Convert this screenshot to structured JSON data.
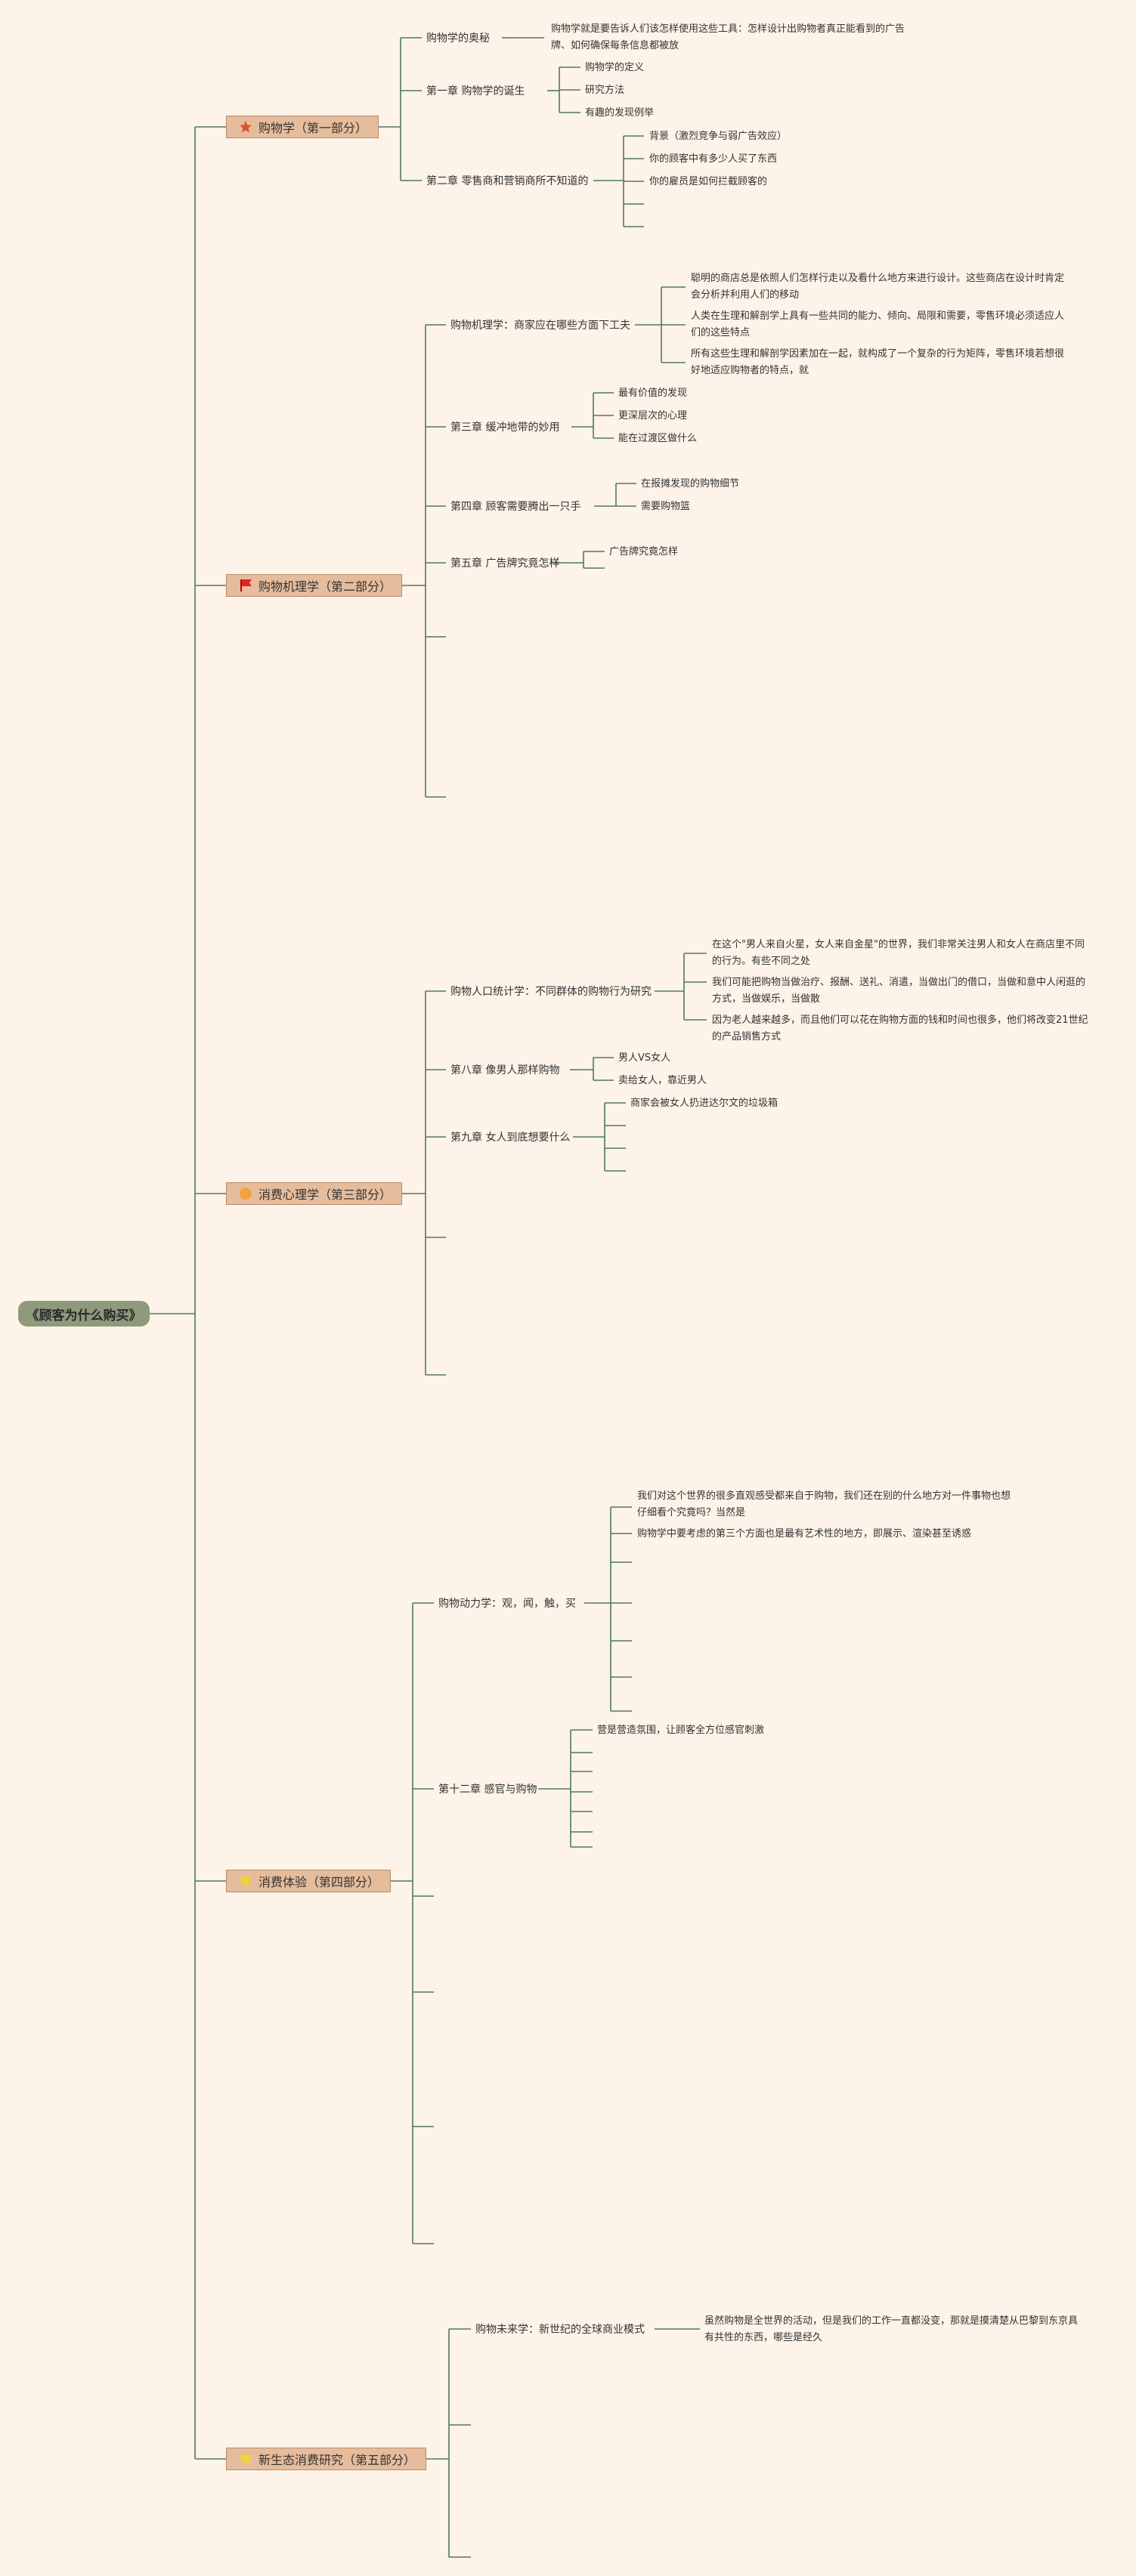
{
  "root": "《顾客为什么购买》",
  "parts": [
    {
      "label": "购物学（第一部分）",
      "icon": "star-icon",
      "children": [
        {
          "label": "购物学的奥秘",
          "leaves": [
            "购物学就是要告诉人们该怎样使用这些工具：怎样设计出购物者真正能看到的广告牌、如何确保每条信息都被放"
          ]
        },
        {
          "label": "第一章 购物学的诞生",
          "leaves": [
            "购物学的定义",
            "研究方法",
            "有趣的发现例举"
          ]
        },
        {
          "label": "第二章 零售商和营销商所不知道的",
          "leaves": [
            "背景（激烈竞争与弱广告效应）",
            "你的顾客中有多少人买了东西",
            "你的雇员是如何拦截顾客的",
            "",
            ""
          ]
        }
      ]
    },
    {
      "label": "购物机理学（第二部分）",
      "icon": "flag-icon",
      "children": [
        {
          "label": "购物机理学：商家应在哪些方面下工夫",
          "leaves": [
            "聪明的商店总是依照人们怎样行走以及看什么地方来进行设计。这些商店在设计时肯定会分析并利用人们的移动",
            "人类在生理和解剖学上具有一些共同的能力、倾向、局限和需要，零售环境必须适应人们的这些特点",
            "所有这些生理和解剖学因素加在一起，就构成了一个复杂的行为矩阵，零售环境若想很好地适应购物者的特点，就"
          ]
        },
        {
          "label": "第三章 缓冲地带的妙用",
          "leaves": [
            "最有价值的发现",
            "更深层次的心理",
            "能在过渡区做什么"
          ]
        },
        {
          "label": "第四章 顾客需要腾出一只手",
          "leaves": [
            "在报摊发现的购物细节",
            "需要购物篮"
          ]
        },
        {
          "label": "第五章 广告牌究竟怎样",
          "leaves": [
            "广告牌究竟怎样"
          ]
        },
        {
          "label": "",
          "leaves": []
        },
        {
          "label": "",
          "leaves": []
        }
      ]
    },
    {
      "label": "消费心理学（第三部分）",
      "icon": "orange-circle-icon",
      "children": [
        {
          "label": "购物人口统计学：不同群体的购物行为研究",
          "leaves": [
            "在这个\"男人来自火星，女人来自金星\"的世界，我们非常关注男人和女人在商店里不同的行为。有些不同之处",
            "我们可能把购物当做治疗、报酬、送礼、消遣，当做出门的借口，当做和意中人闲逛的方式，当做娱乐，当做散",
            "因为老人越来越多，而且他们可以花在购物方面的钱和时间也很多，他们将改变21世纪的产品销售方式"
          ]
        },
        {
          "label": "第八章 像男人那样购物",
          "leaves": [
            "男人VS女人",
            "卖给女人，靠近男人"
          ]
        },
        {
          "label": "第九章 女人到底想要什么",
          "leaves": [
            "商家会被女人扔进达尔文的垃圾箱",
            "",
            ""
          ]
        },
        {
          "label": "",
          "leaves": []
        },
        {
          "label": "",
          "leaves": []
        }
      ]
    },
    {
      "label": "消费体验（第四部分）",
      "icon": "yellow-heart-icon",
      "children": [
        {
          "label": "购物动力学：观，闻，触，买",
          "leaves": [
            "我们对这个世界的很多直观感受都来自于购物，我们还在别的什么地方对一件事物也想仔细看个究竟吗？当然是",
            "购物学中要考虑的第三个方面也是最有艺术性的地方，即展示、渲染甚至诱惑",
            "",
            "",
            "",
            "",
            ""
          ]
        },
        {
          "label": "第十二章 感官与购物",
          "leaves": [
            "营是营造氛围，让顾客全方位感官刺激",
            "",
            "",
            "",
            "",
            ""
          ]
        },
        {
          "label": "",
          "leaves": []
        },
        {
          "label": "",
          "leaves": []
        },
        {
          "label": "",
          "leaves": []
        },
        {
          "label": "",
          "leaves": []
        }
      ]
    },
    {
      "label": "新生态消费研究（第五部分）",
      "icon": "yellow-heart-icon",
      "children": [
        {
          "label": "购物未来学：新世纪的全球商业模式",
          "leaves": [
            "虽然购物是全世界的活动，但是我们的工作一直都没变，那就是摸清楚从巴黎到东京具有共性的东西，哪些是经久"
          ]
        },
        {
          "label": "",
          "leaves": []
        },
        {
          "label": "",
          "leaves": []
        }
      ]
    }
  ],
  "colors": {
    "line": "#4f7a5c",
    "root_fill": "#8f9a7c",
    "part_fill": "#e5bc9c",
    "background": "#fdf3e8"
  }
}
